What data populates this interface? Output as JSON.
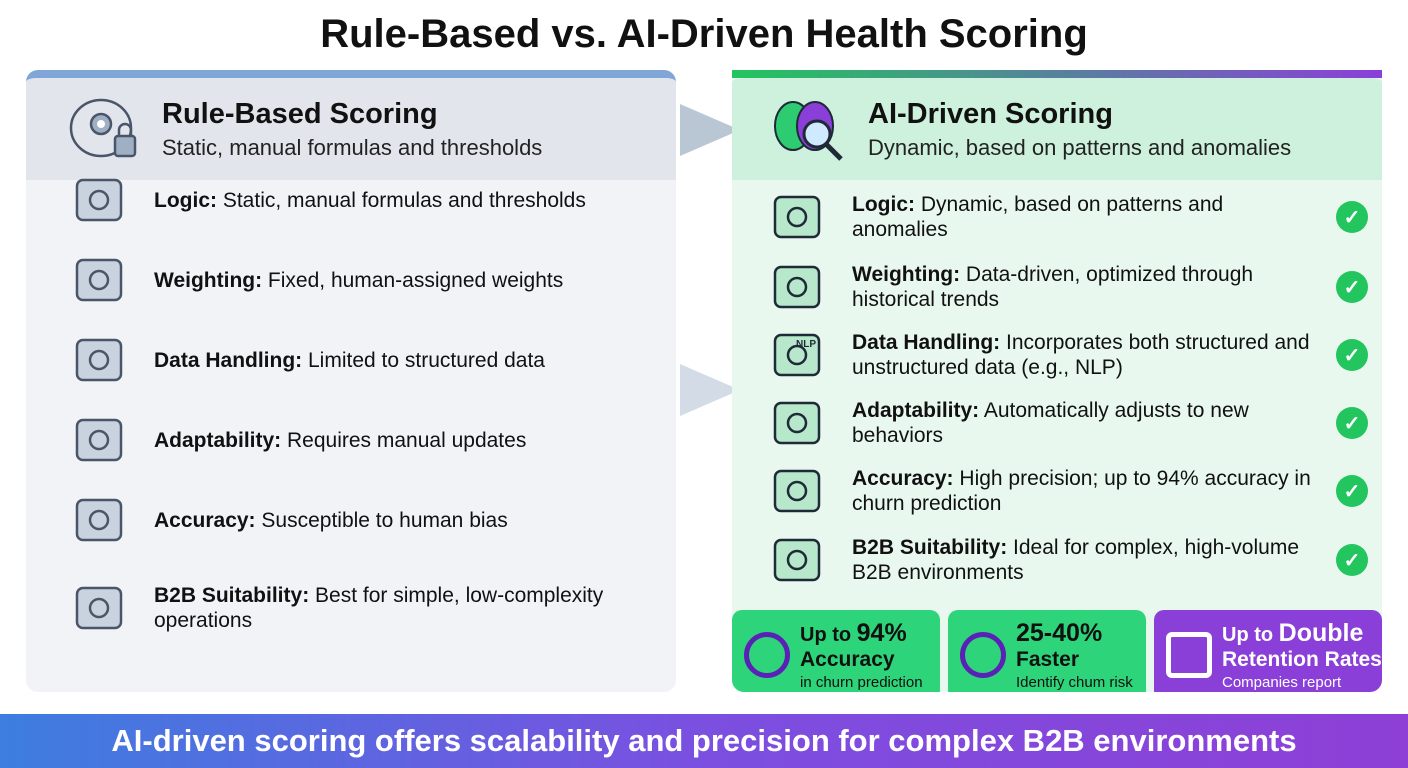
{
  "title": "Rule-Based vs. AI-Driven Health Scoring",
  "left": {
    "title": "Rule-Based Scoring",
    "subtitle": "Static, manual formulas and thresholds",
    "rows": [
      {
        "label": "Logic:",
        "text": " Static, manual formulas and thresholds",
        "icon": "scale-icon"
      },
      {
        "label": "Weighting:",
        "text": " Fixed, human-assigned weights",
        "icon": "clipboard-person-icon"
      },
      {
        "label": "Data Handling:",
        "text": " Limited to structured data",
        "icon": "database-icon"
      },
      {
        "label": "Adaptability:",
        "text": " Requires manual updates",
        "icon": "cycle-blocked-icon"
      },
      {
        "label": "Accuracy:",
        "text": " Susceptible to human bias",
        "icon": "target-hand-icon"
      },
      {
        "label": "B2B Suitability:",
        "text": " Best for simple, low-complexity operations",
        "icon": "building-icon"
      }
    ]
  },
  "right": {
    "title": "AI-Driven Scoring",
    "subtitle": "Dynamic, based on patterns and anomalies",
    "rows": [
      {
        "label": "Logic:",
        "text": " Dynamic, based on patterns and anomalies",
        "icon": "scale-icon"
      },
      {
        "label": "Weighting:",
        "text": " Data-driven, optimized through historical trends",
        "icon": "chart-cloud-icon"
      },
      {
        "label": "Data Handling:",
        "text": " Incorporates both structured and unstructured data (e.g., NLP)",
        "icon": "database-nlp-icon",
        "badge": "NLP"
      },
      {
        "label": "Adaptability:",
        "text": " Automatically adjusts to new behaviors",
        "icon": "cycle-play-icon"
      },
      {
        "label": "Accuracy:",
        "text": " High precision; up to 94% accuracy in churn prediction",
        "icon": "target-search-icon"
      },
      {
        "label": "B2B Suitability:",
        "text": " Ideal for complex, high-volume B2B environments",
        "icon": "skyscraper-icon"
      }
    ]
  },
  "stats": [
    {
      "pre": "Up to ",
      "big": "94%",
      "line2": "Accuracy",
      "line3": "in churn prediction",
      "color": "#2ed47a"
    },
    {
      "pre": "",
      "big": "25-40%",
      "line2": "Faster",
      "line3": "Identify chum risk",
      "color": "#2ed47a"
    },
    {
      "pre": "Up to ",
      "big": "Double",
      "line2": "Retention Rates",
      "line3": "Companies report",
      "color": "#8b3fd9"
    }
  ],
  "banner": "AI-driven scoring offers scalability and precision for complex B2B environments",
  "colors": {
    "green": "#22c55e",
    "purple": "#8b3fd9",
    "blue": "#7fa6d6"
  }
}
